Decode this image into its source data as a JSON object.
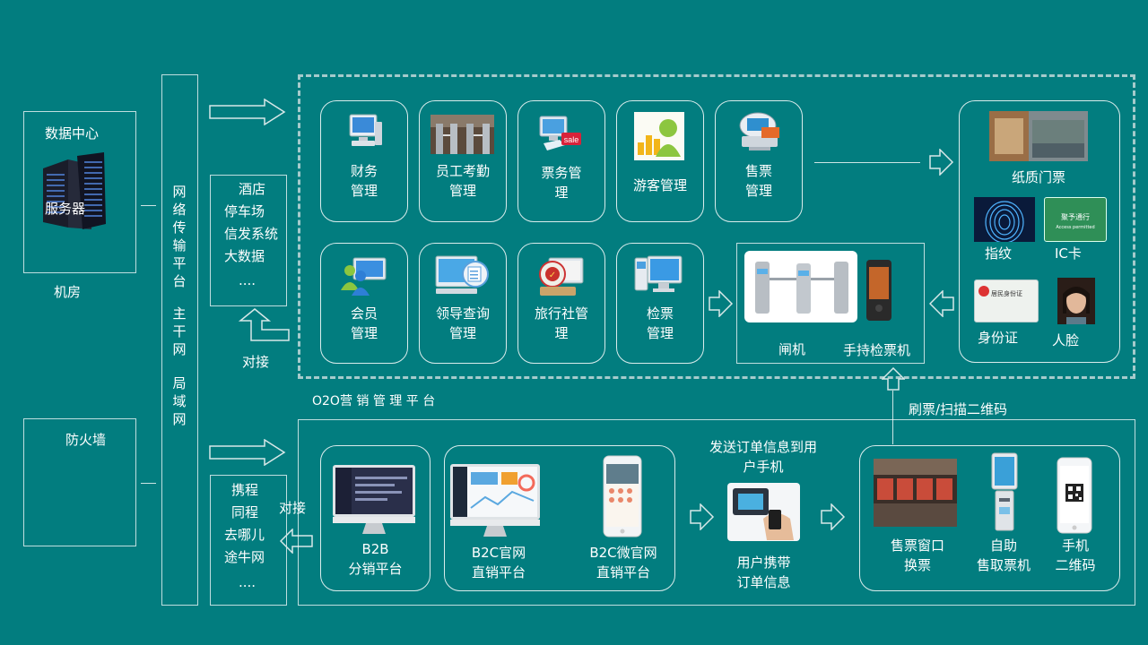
{
  "left": {
    "datacenter_title": "数据中心",
    "server_label": "服务器",
    "room_label": "机房",
    "firewall_label": "防火墙"
  },
  "network": {
    "vertical_lines": [
      [
        "网",
        "络",
        "传",
        "输",
        "平",
        "台"
      ],
      [
        "主",
        "干",
        "网"
      ],
      [
        "局",
        "域",
        "网"
      ]
    ]
  },
  "dock_top": {
    "items": [
      "酒店",
      "停车场",
      "信发系统",
      "大数据",
      "...."
    ],
    "connect_label": "对接"
  },
  "dock_bottom": {
    "items": [
      "携程",
      "同程",
      "去哪儿",
      "途牛网",
      "...."
    ],
    "connect_label": "对接"
  },
  "modules_row1": [
    {
      "lines": [
        "财务",
        "管理"
      ],
      "icon": "computer-icon"
    },
    {
      "lines": [
        "员工考勤",
        "管理"
      ],
      "icon": "turnstile-photo"
    },
    {
      "lines": [
        "票务管",
        "理"
      ],
      "icon": "ticket-sale-icon"
    },
    {
      "lines": [
        "游客管理"
      ],
      "icon": "visitor-chart-icon"
    },
    {
      "lines": [
        "售票",
        "管理"
      ],
      "icon": "ticket-machine-icon"
    }
  ],
  "modules_row2": [
    {
      "lines": [
        "会员",
        "管理"
      ],
      "icon": "members-icon"
    },
    {
      "lines": [
        "领导查询",
        "管理"
      ],
      "icon": "document-query-icon"
    },
    {
      "lines": [
        "旅行社管",
        "理"
      ],
      "icon": "travel-agency-icon"
    },
    {
      "lines": [
        "检票",
        "管理"
      ],
      "icon": "check-ticket-icon"
    }
  ],
  "gate": {
    "gate_label": "闸机",
    "handheld_label": "手持检票机"
  },
  "credentials": {
    "paper_ticket": "纸质门票",
    "fingerprint": "指纹",
    "ic_card": "IC卡",
    "id_card": "身份证",
    "face": "人脸",
    "ic_card_text": "聚予通行",
    "ic_card_sub": "Access permitted",
    "id_card_text": "居民身份证"
  },
  "o2o": {
    "title": "O2O营 销 管 理 平 台",
    "scan_label": "刷票/扫描二维码",
    "send_label_lines": [
      "发送订单信息到用",
      "户手机"
    ],
    "b2b_lines": [
      "B2B",
      "分销平台"
    ],
    "b2c_web_lines": [
      "B2C官网",
      "直销平台"
    ],
    "b2c_wechat_lines": [
      "B2C微官网",
      "直销平台"
    ],
    "user_lines": [
      "用户携带",
      "订单信息"
    ],
    "window_lines": [
      "售票窗口",
      "换票"
    ],
    "self_lines": [
      "自助",
      "售取票机"
    ],
    "mobile_lines": [
      "手机",
      "二维码"
    ]
  }
}
